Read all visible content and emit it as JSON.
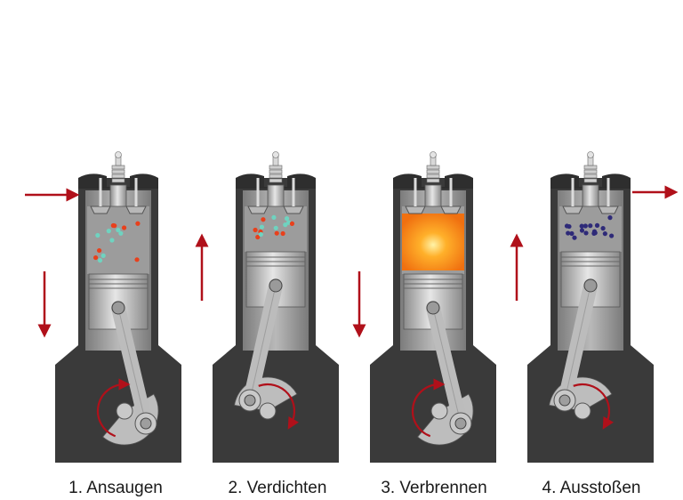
{
  "stages": [
    {
      "label": "1. Ansaugen",
      "mixture": "fresh",
      "piston": "down",
      "flame": false
    },
    {
      "label": "2. Verdichten",
      "mixture": "fresh",
      "piston": "up",
      "flame": false
    },
    {
      "label": "3. Verbrennen",
      "mixture": "burning",
      "piston": "down",
      "flame": true
    },
    {
      "label": "4. Ausstoßen",
      "mixture": "exhaust",
      "piston": "up",
      "flame": false
    }
  ],
  "colors": {
    "arrow": "#b0101a",
    "body": "#3a3a3a",
    "wall": "#8e8e8e",
    "chamber": "#9c9c9c",
    "metal": "#c6c6c6",
    "particle_fresh_a": "#e8401c",
    "particle_fresh_b": "#6fd3c0",
    "particle_exhaust": "#2e2a78",
    "flame": "#ff9a1a"
  }
}
